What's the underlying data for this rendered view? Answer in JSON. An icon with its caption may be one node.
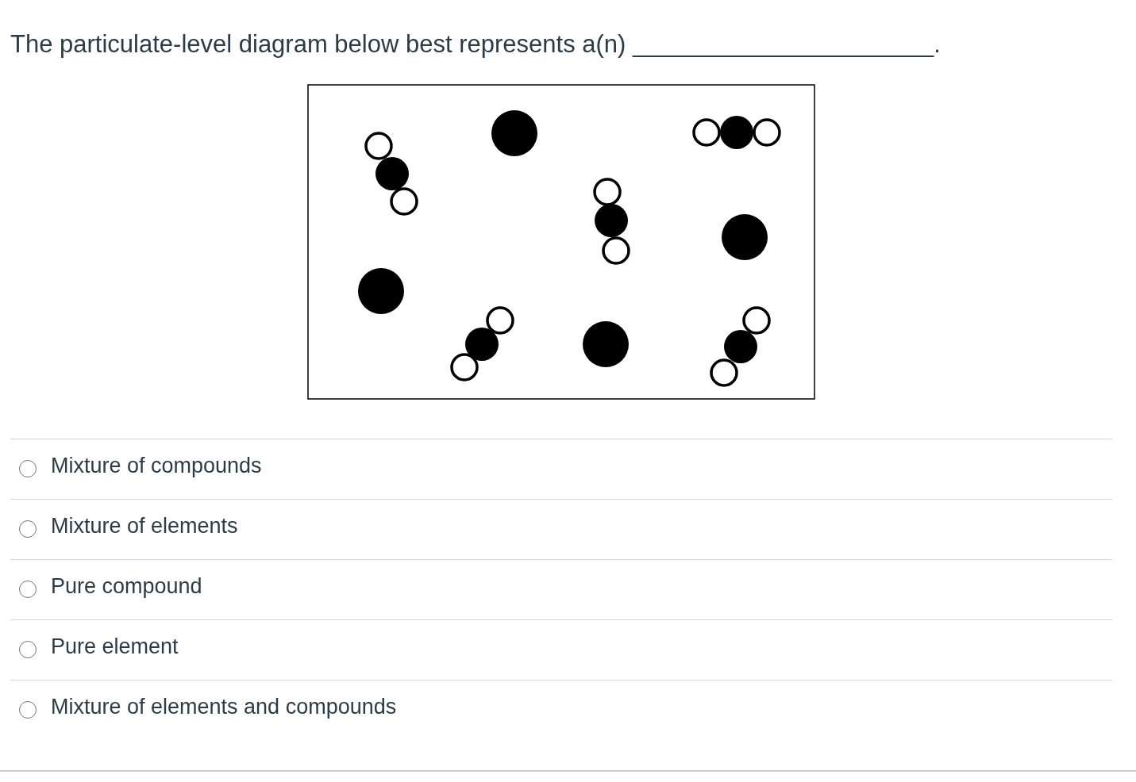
{
  "diagram": {
    "title": "The particulate-level diagram below best represents a(n) ______________________.",
    "labels": [
      "Mixture of compounds",
      "Mixture of elements",
      "Pure compound",
      "Pure element",
      "Mixture of elements and compounds"
    ]
  }
}
